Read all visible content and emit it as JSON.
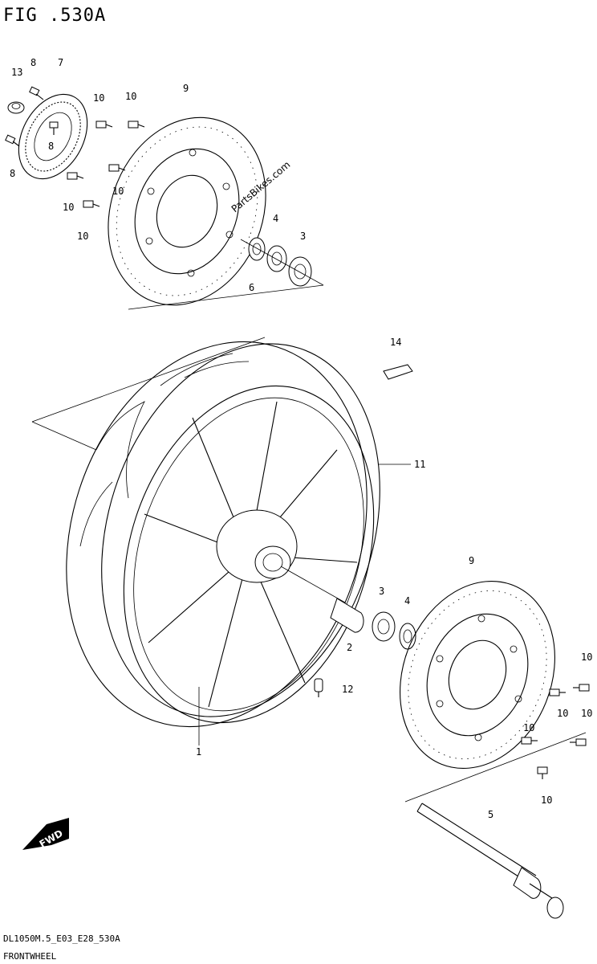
{
  "figure": {
    "title": "FIG .530A",
    "footer_code": "DL1050M.5_E03_E28_530A",
    "footer_name": "FRONTWHEEL",
    "watermark": "PartsBikes.com",
    "fwd_label": "FWD"
  },
  "callouts": {
    "c1": "1",
    "c2": "2",
    "c3a": "3",
    "c3b": "3",
    "c4a": "4",
    "c4b": "4",
    "c5": "5",
    "c6": "6",
    "c7": "7",
    "c8a": "8",
    "c8b": "8",
    "c8c": "8",
    "c9a": "9",
    "c9b": "9",
    "c10a": "10",
    "c10b": "10",
    "c10c": "10",
    "c10d": "10",
    "c10e": "10",
    "c10f": "10",
    "c10g": "10",
    "c10h": "10",
    "c10i": "10",
    "c10j": "10",
    "c11": "11",
    "c12": "12",
    "c13": "13",
    "c14": "14"
  }
}
